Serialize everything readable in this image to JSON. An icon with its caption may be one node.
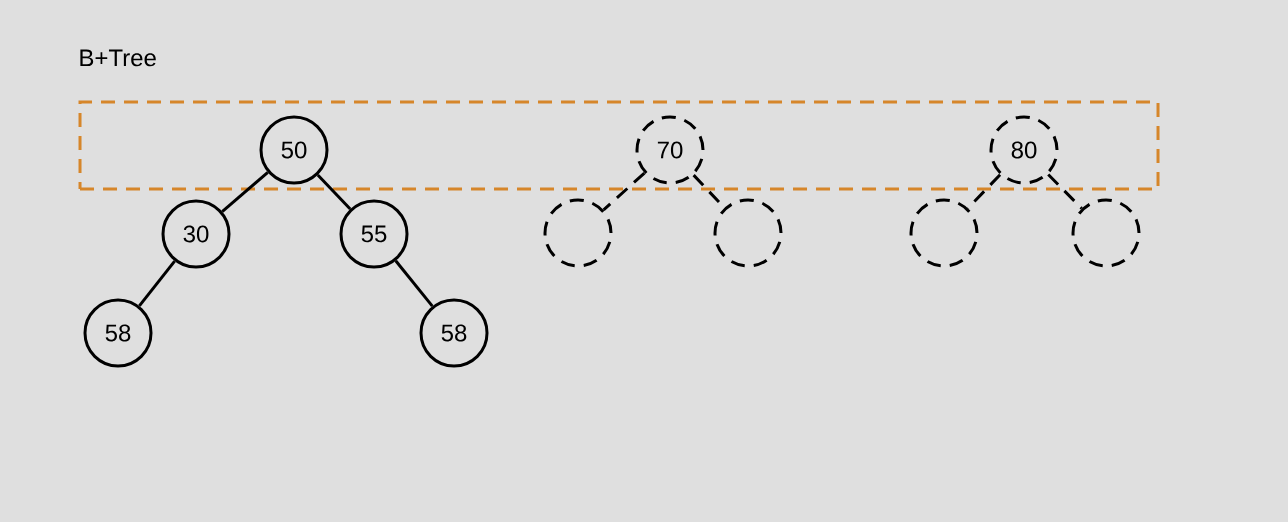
{
  "diagram": {
    "title": "B+Tree",
    "nodes": [
      {
        "text": [],
        "shape": "box"
      },
      {
        "text": [
          "50"
        ],
        "in": 0
      },
      {
        "text": [
          "70"
        ],
        "in": 0
      },
      {
        "text": [
          "80"
        ],
        "in": 0
      },
      {
        "text": [
          "30"
        ]
      },
      {
        "text": [
          "55"
        ]
      },
      {
        "text": [],
        "shape": "circle"
      },
      {
        "text": [],
        "shape": "circle"
      },
      {
        "text": [],
        "shape": "circle"
      },
      {
        "text": [],
        "shape": "circle"
      },
      {
        "text": [
          "58"
        ]
      },
      {
        "text": [
          "58"
        ]
      }
    ],
    "edges": [
      {
        "from": 1,
        "to": 4,
        "arrow": "none"
      },
      {
        "from": 1,
        "to": 5,
        "arrow": "none"
      },
      {
        "from": 2,
        "to": 6,
        "arrow": "none",
        "style": "dashed"
      },
      {
        "from": 2,
        "to": 7,
        "arrow": "none",
        "style": "dashed"
      },
      {
        "from": 3,
        "to": 8,
        "arrow": "none",
        "style": "dashed"
      },
      {
        "from": 3,
        "to": 9,
        "arrow": "none",
        "style": "dashed"
      },
      {
        "from": 4,
        "to": 10,
        "arrow": "none"
      },
      {
        "from": 5,
        "to": 11,
        "arrow": "none"
      }
    ]
  }
}
